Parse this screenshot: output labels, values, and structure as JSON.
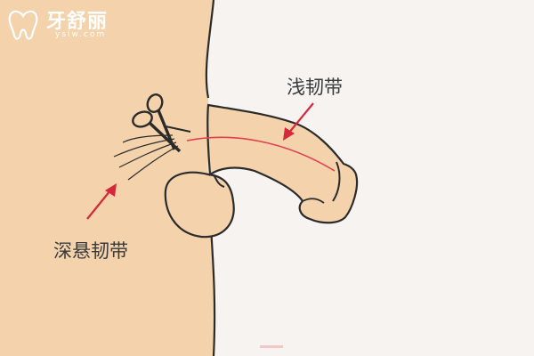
{
  "watermark": {
    "title": "牙舒丽",
    "subtitle": "yslw.com"
  },
  "labels": {
    "shallow_frenulum": "浅韧带",
    "deep_suspensory_ligament": "深悬韧带"
  },
  "colors": {
    "background": "#f6f3f1",
    "skin": "#f3d2ac",
    "outline": "#2b2b2b",
    "arrow": "#d6283a",
    "highlight_line": "#e0404f"
  },
  "icons": [
    "scissors-icon",
    "tooth-logo-icon"
  ]
}
